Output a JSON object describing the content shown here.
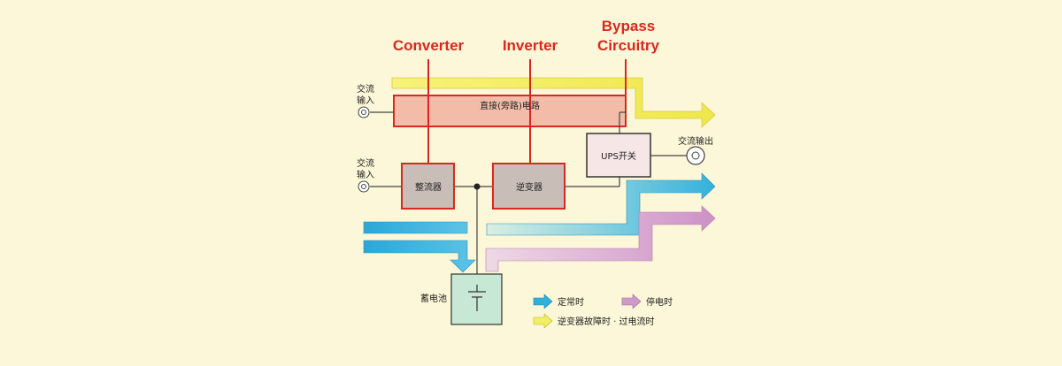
{
  "annotations": {
    "converter": "Converter",
    "inverter": "Inverter",
    "bypass_line1": "Bypass",
    "bypass_line2": "Circuitry"
  },
  "inputs": {
    "ac_input_top_line1": "交流",
    "ac_input_top_line2": "输入",
    "ac_input_bottom_line1": "交流",
    "ac_input_bottom_line2": "输入"
  },
  "output": {
    "ac_output": "交流输出"
  },
  "blocks": {
    "bypass_circuit": "直接(旁路)电路",
    "ups_switch": "UPS开关",
    "rectifier": "整流器",
    "inverter": "逆变器",
    "battery": "蓄电池"
  },
  "legend": {
    "normal": "定常时",
    "outage": "停电时",
    "fault": "逆变器故障时 · 过电流时"
  },
  "colors": {
    "background": "#fcf7d8",
    "annotation_red": "#d9281f",
    "normal_arrow": "#2fb0dc",
    "outage_arrow": "#cf9ac9",
    "fault_arrow": "#f3ef63",
    "bypass_fill": "#f2bca9",
    "block_fill": "#c8bdb7",
    "battery_fill": "#c7e8d4"
  }
}
